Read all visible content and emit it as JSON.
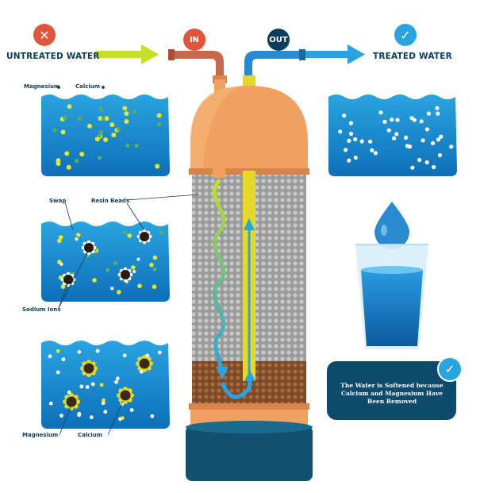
{
  "labels": {
    "untreated": "UNTREATED WATER",
    "treated": "TREATED WATER",
    "in": "IN",
    "out": "OUT",
    "magnesium_top": "Magnesium",
    "calcium_top": "Calcium",
    "swap": "Swap",
    "resin_beads": "Resin Beads",
    "sodium_ions": "Sodium Ions",
    "magnesium_bottom": "Magnesium",
    "calcium_bottom": "Calcium"
  },
  "note": {
    "text": "The Water is Softened because Calcium and Magnesium Have Been Removed"
  },
  "colors": {
    "water_dark": "#0d6fb8",
    "water_light": "#2aa4e0",
    "tank_orange": "#f0a060",
    "tank_orange_dark": "#d9844a",
    "base_navy": "#12506f",
    "pipe_in": "#c8684a",
    "pipe_out": "#2a8ad0",
    "arrow_green": "#c8dc2a",
    "arrow_blue": "#2aa4e0",
    "red_badge": "#e0553c",
    "navy_badge": "#0b3d5c",
    "check_blue": "#2aa4e0",
    "mineral_yellow": "#e6e62a"
  },
  "icons": {
    "untreated": "x-icon",
    "treated": "check-icon",
    "note": "check-icon",
    "drop": "water-drop-icon",
    "glass": "water-glass-icon"
  }
}
